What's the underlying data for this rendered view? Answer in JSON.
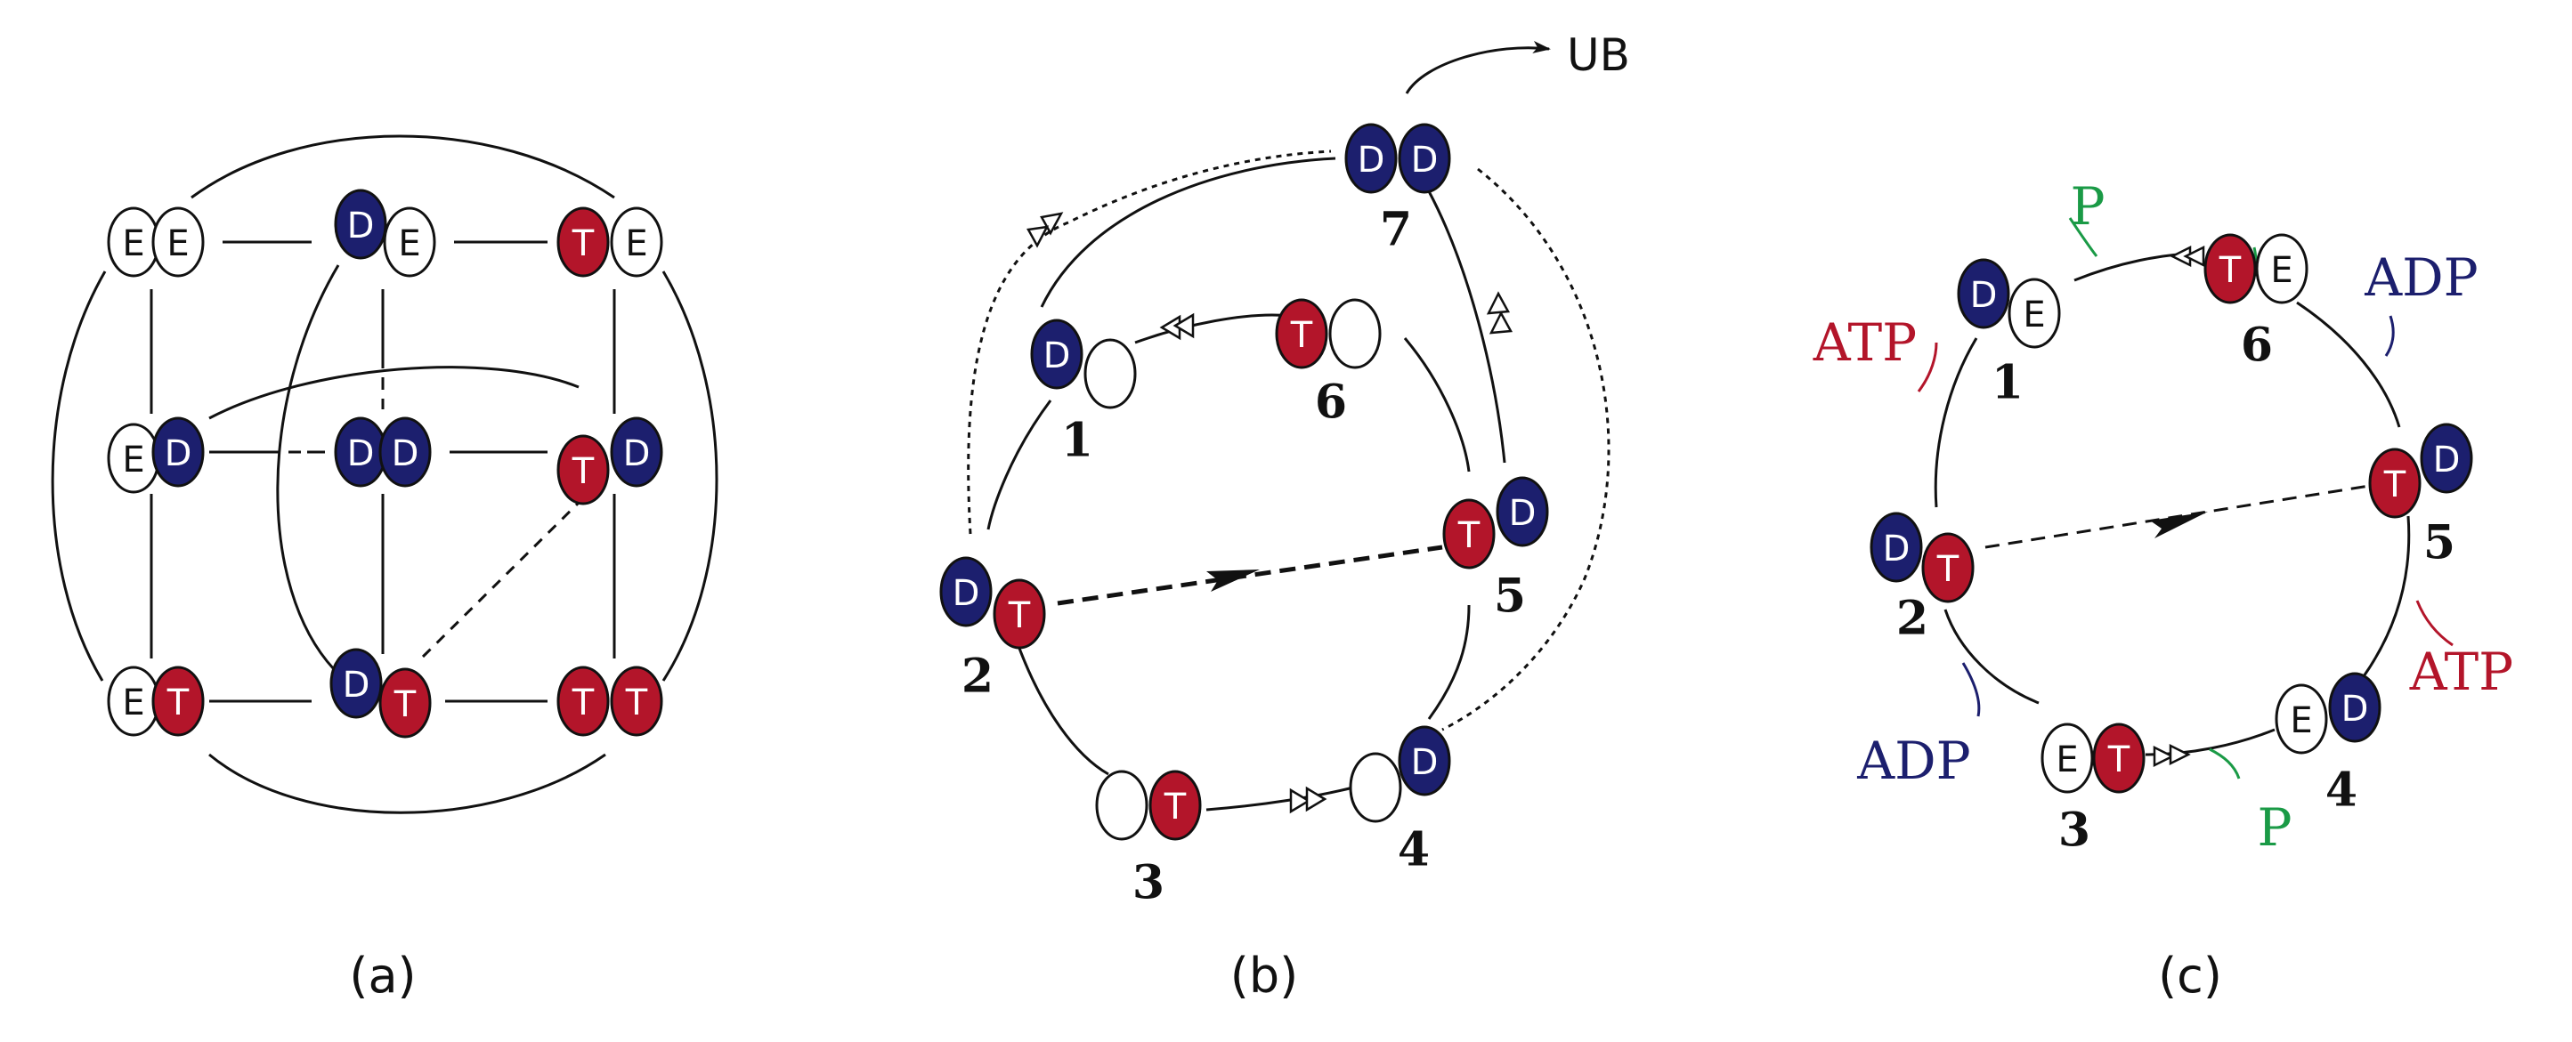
{
  "colors": {
    "D": "#1c1f6e",
    "T": "#b3152a",
    "E": "#ffffff",
    "green": "#1a9a46",
    "line": "#111111"
  },
  "panels": [
    {
      "label": "(a)",
      "states": [
        {
          "left": "E",
          "right": "E"
        },
        {
          "left": "D",
          "right": "E"
        },
        {
          "left": "T",
          "right": "E"
        },
        {
          "left": "E",
          "right": "D"
        },
        {
          "left": "D",
          "right": "D"
        },
        {
          "left": "T",
          "right": "D"
        },
        {
          "left": "E",
          "right": "T"
        },
        {
          "left": "D",
          "right": "T"
        },
        {
          "left": "T",
          "right": "T"
        }
      ]
    },
    {
      "label": "(b)",
      "states": [
        {
          "num": "1",
          "left": "D",
          "right": ""
        },
        {
          "num": "2",
          "left": "D",
          "right": "T"
        },
        {
          "num": "3",
          "left": "",
          "right": "T"
        },
        {
          "num": "4",
          "left": "",
          "right": "D"
        },
        {
          "num": "5",
          "left": "T",
          "right": "D"
        },
        {
          "num": "6",
          "left": "T",
          "right": ""
        },
        {
          "num": "7",
          "left": "D",
          "right": "D"
        }
      ],
      "ub_label": "UB"
    },
    {
      "label": "(c)",
      "states": [
        {
          "num": "1",
          "left": "D",
          "right": "E"
        },
        {
          "num": "2",
          "left": "D",
          "right": "T"
        },
        {
          "num": "3",
          "left": "E",
          "right": "T"
        },
        {
          "num": "4",
          "left": "E",
          "right": "D"
        },
        {
          "num": "5",
          "left": "T",
          "right": "D"
        },
        {
          "num": "6",
          "left": "T",
          "right": "E"
        }
      ],
      "annotations": [
        {
          "text": "P",
          "color": "green"
        },
        {
          "text": "ADP",
          "color": "D"
        },
        {
          "text": "ATP",
          "color": "T"
        },
        {
          "text": "ATP",
          "color": "T"
        },
        {
          "text": "ADP",
          "color": "D"
        },
        {
          "text": "P",
          "color": "green"
        }
      ]
    }
  ]
}
